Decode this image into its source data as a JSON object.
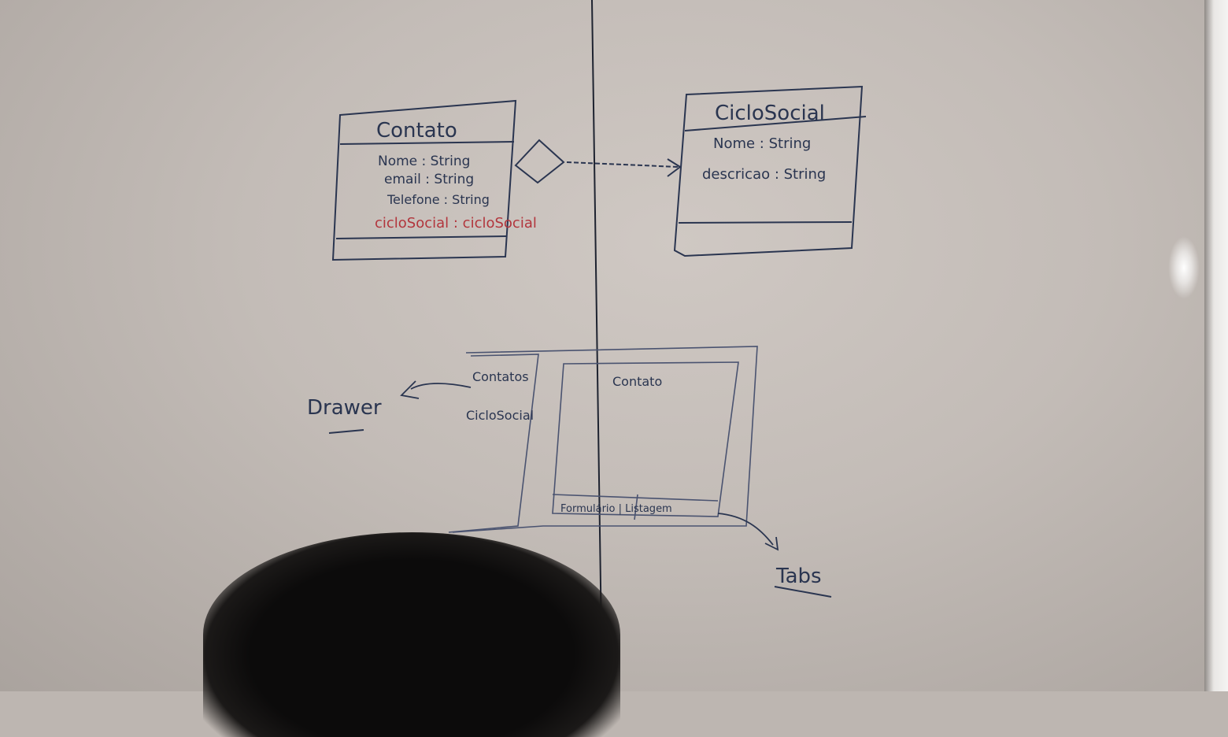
{
  "uml": {
    "contato": {
      "title": "Contato",
      "attributes": [
        "Nome : String",
        "email : String",
        "Telefone : String",
        "cicloSocial : cicloSocial"
      ]
    },
    "ciclo_social": {
      "title": "CicloSocial",
      "attributes": [
        "Nome : String",
        "descricao : String"
      ]
    }
  },
  "wireframe": {
    "drawer_items": [
      "Contatos",
      "CicloSocial"
    ],
    "main_title": "Contato",
    "tabs_label": "Formulário | Listagem",
    "annotations": {
      "drawer": "Drawer",
      "tabs": "Tabs"
    }
  },
  "colors": {
    "ink_dark": "#2a3550",
    "ink_red": "#b2353c",
    "board": "#c3bcb7"
  }
}
